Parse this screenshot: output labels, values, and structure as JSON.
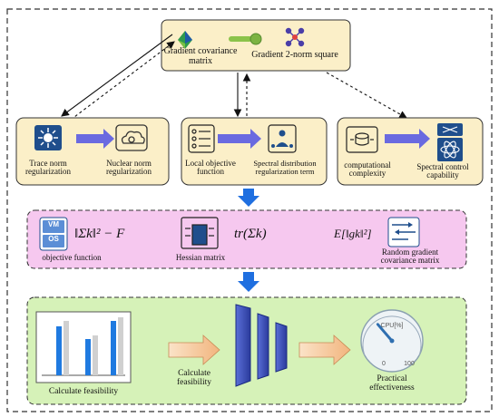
{
  "top": {
    "gradient_covariance": "Gradient covariance matrix",
    "gradient_norm": "Gradient 2-norm square"
  },
  "row2": {
    "trace_norm": "Trace norm regularization",
    "nuclear_norm": "Nuclear norm regularization",
    "local_objective": "Local objective function",
    "spectral_distribution": "Spectral distribution regularization term",
    "computational": "computational complexity",
    "spectral_control": "Spectral control capability"
  },
  "row3": {
    "vm": "VM",
    "os": "OS",
    "objective_expr": "‖Σk‖² − F",
    "objective_label": "objective function",
    "trace_expr": "tr(Σk)",
    "hessian_label": "Hessian matrix",
    "expect_expr": "E[‖gk‖²]",
    "random_label": "Random gradient covariance matrix"
  },
  "row4": {
    "calc_feasibility_1": "Calculate feasibility",
    "calc_feasibility_2": "Calculate feasibility",
    "practical": "Practical effectiveness",
    "gauge_title": "CPU[%]",
    "gauge_min": "0",
    "gauge_max": "100",
    "gauge_value": 0.35
  },
  "colors": {
    "node_fill": "#fbefc8",
    "pink_fill": "#f6c8ef",
    "green_fill": "#d6f2b8",
    "arrow_blue": "#1f6fe0",
    "arrow_purple": "#6a6ae0"
  }
}
